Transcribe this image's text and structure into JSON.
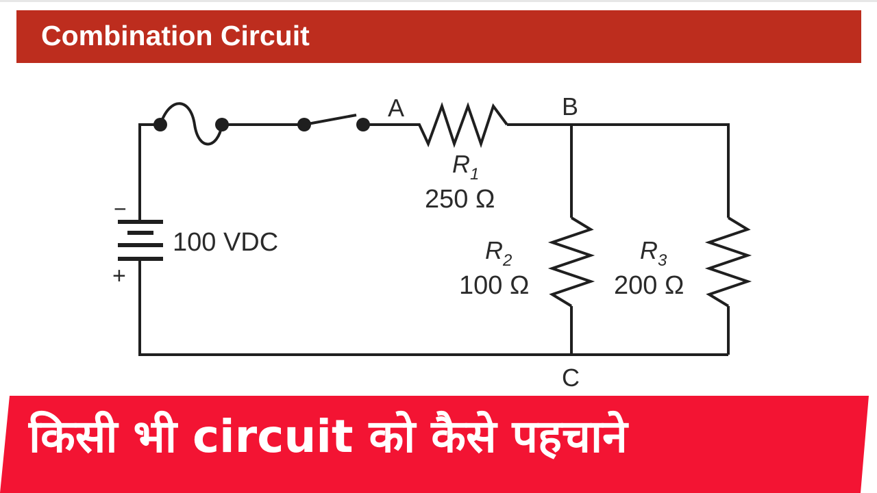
{
  "header": {
    "title": "Combination Circuit"
  },
  "circuit": {
    "source": {
      "label": "100 VDC",
      "minus": "−",
      "plus": "+"
    },
    "nodes": {
      "a": "A",
      "b": "B",
      "c": "C"
    },
    "resistors": [
      {
        "name": "R",
        "sub": "1",
        "value": "250 Ω"
      },
      {
        "name": "R",
        "sub": "2",
        "value": "100 Ω"
      },
      {
        "name": "R",
        "sub": "3",
        "value": "200 Ω"
      }
    ]
  },
  "banner": {
    "text": "किसी भी circuit को कैसे पहचाने"
  },
  "colors": {
    "header_bg": "#bd2d1e",
    "banner_bg": "#f31433",
    "wire": "#1f1f1f"
  }
}
